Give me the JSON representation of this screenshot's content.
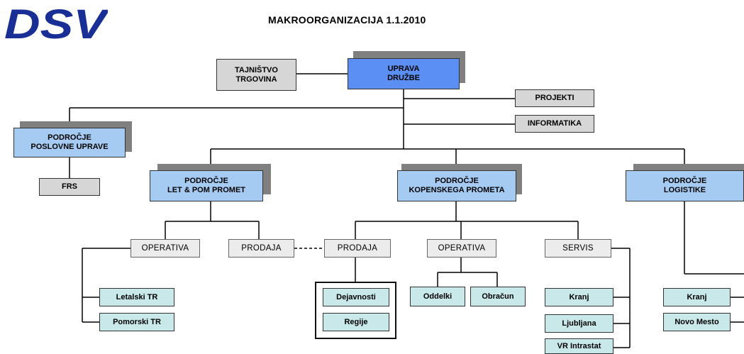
{
  "logo_text": "DSV",
  "title": "MAKROORGANIZACIJA 1.1.2010",
  "colors": {
    "management": "#5b8ff3",
    "division": "#a6cbf3",
    "staff": "#d6d6d6",
    "unit": "#c8e8ea",
    "shadow": "#808080",
    "logo": "#1a2f96"
  },
  "nodes": {
    "uprava": "UPRAVA\nDRUŽBE",
    "tajnistvo": "TAJNIŠTVO\nTRGOVINA",
    "projekti": "PROJEKTI",
    "informatika": "INFORMATIKA",
    "poslovne": "PODROČJE\nPOSLOVNE UPRAVE",
    "frs": "FRS",
    "let_pom": "PODROČJE\nLET & POM PROMET",
    "kopenski": "PODROČJE\nKOPENSKEGA PROMETA",
    "logistika": "PODROČJE\nLOGISTIKE",
    "lp_operativa": "OPERATIVA",
    "lp_prodaja": "PRODAJA",
    "k_prodaja": "PRODAJA",
    "k_operativa": "OPERATIVA",
    "k_servis": "SERVIS",
    "letalski": "Letalski TR",
    "pomorski": "Pomorski TR",
    "dejavnosti": "Dejavnosti",
    "regije": "Regije",
    "oddelki": "Oddelki",
    "obracun": "Obračun",
    "s_kranj": "Kranj",
    "s_ljubljana": "Ljubljana",
    "s_vr": "VR Intrastat",
    "l_kranj": "Kranj",
    "l_novo_mesto": "Novo Mesto"
  }
}
